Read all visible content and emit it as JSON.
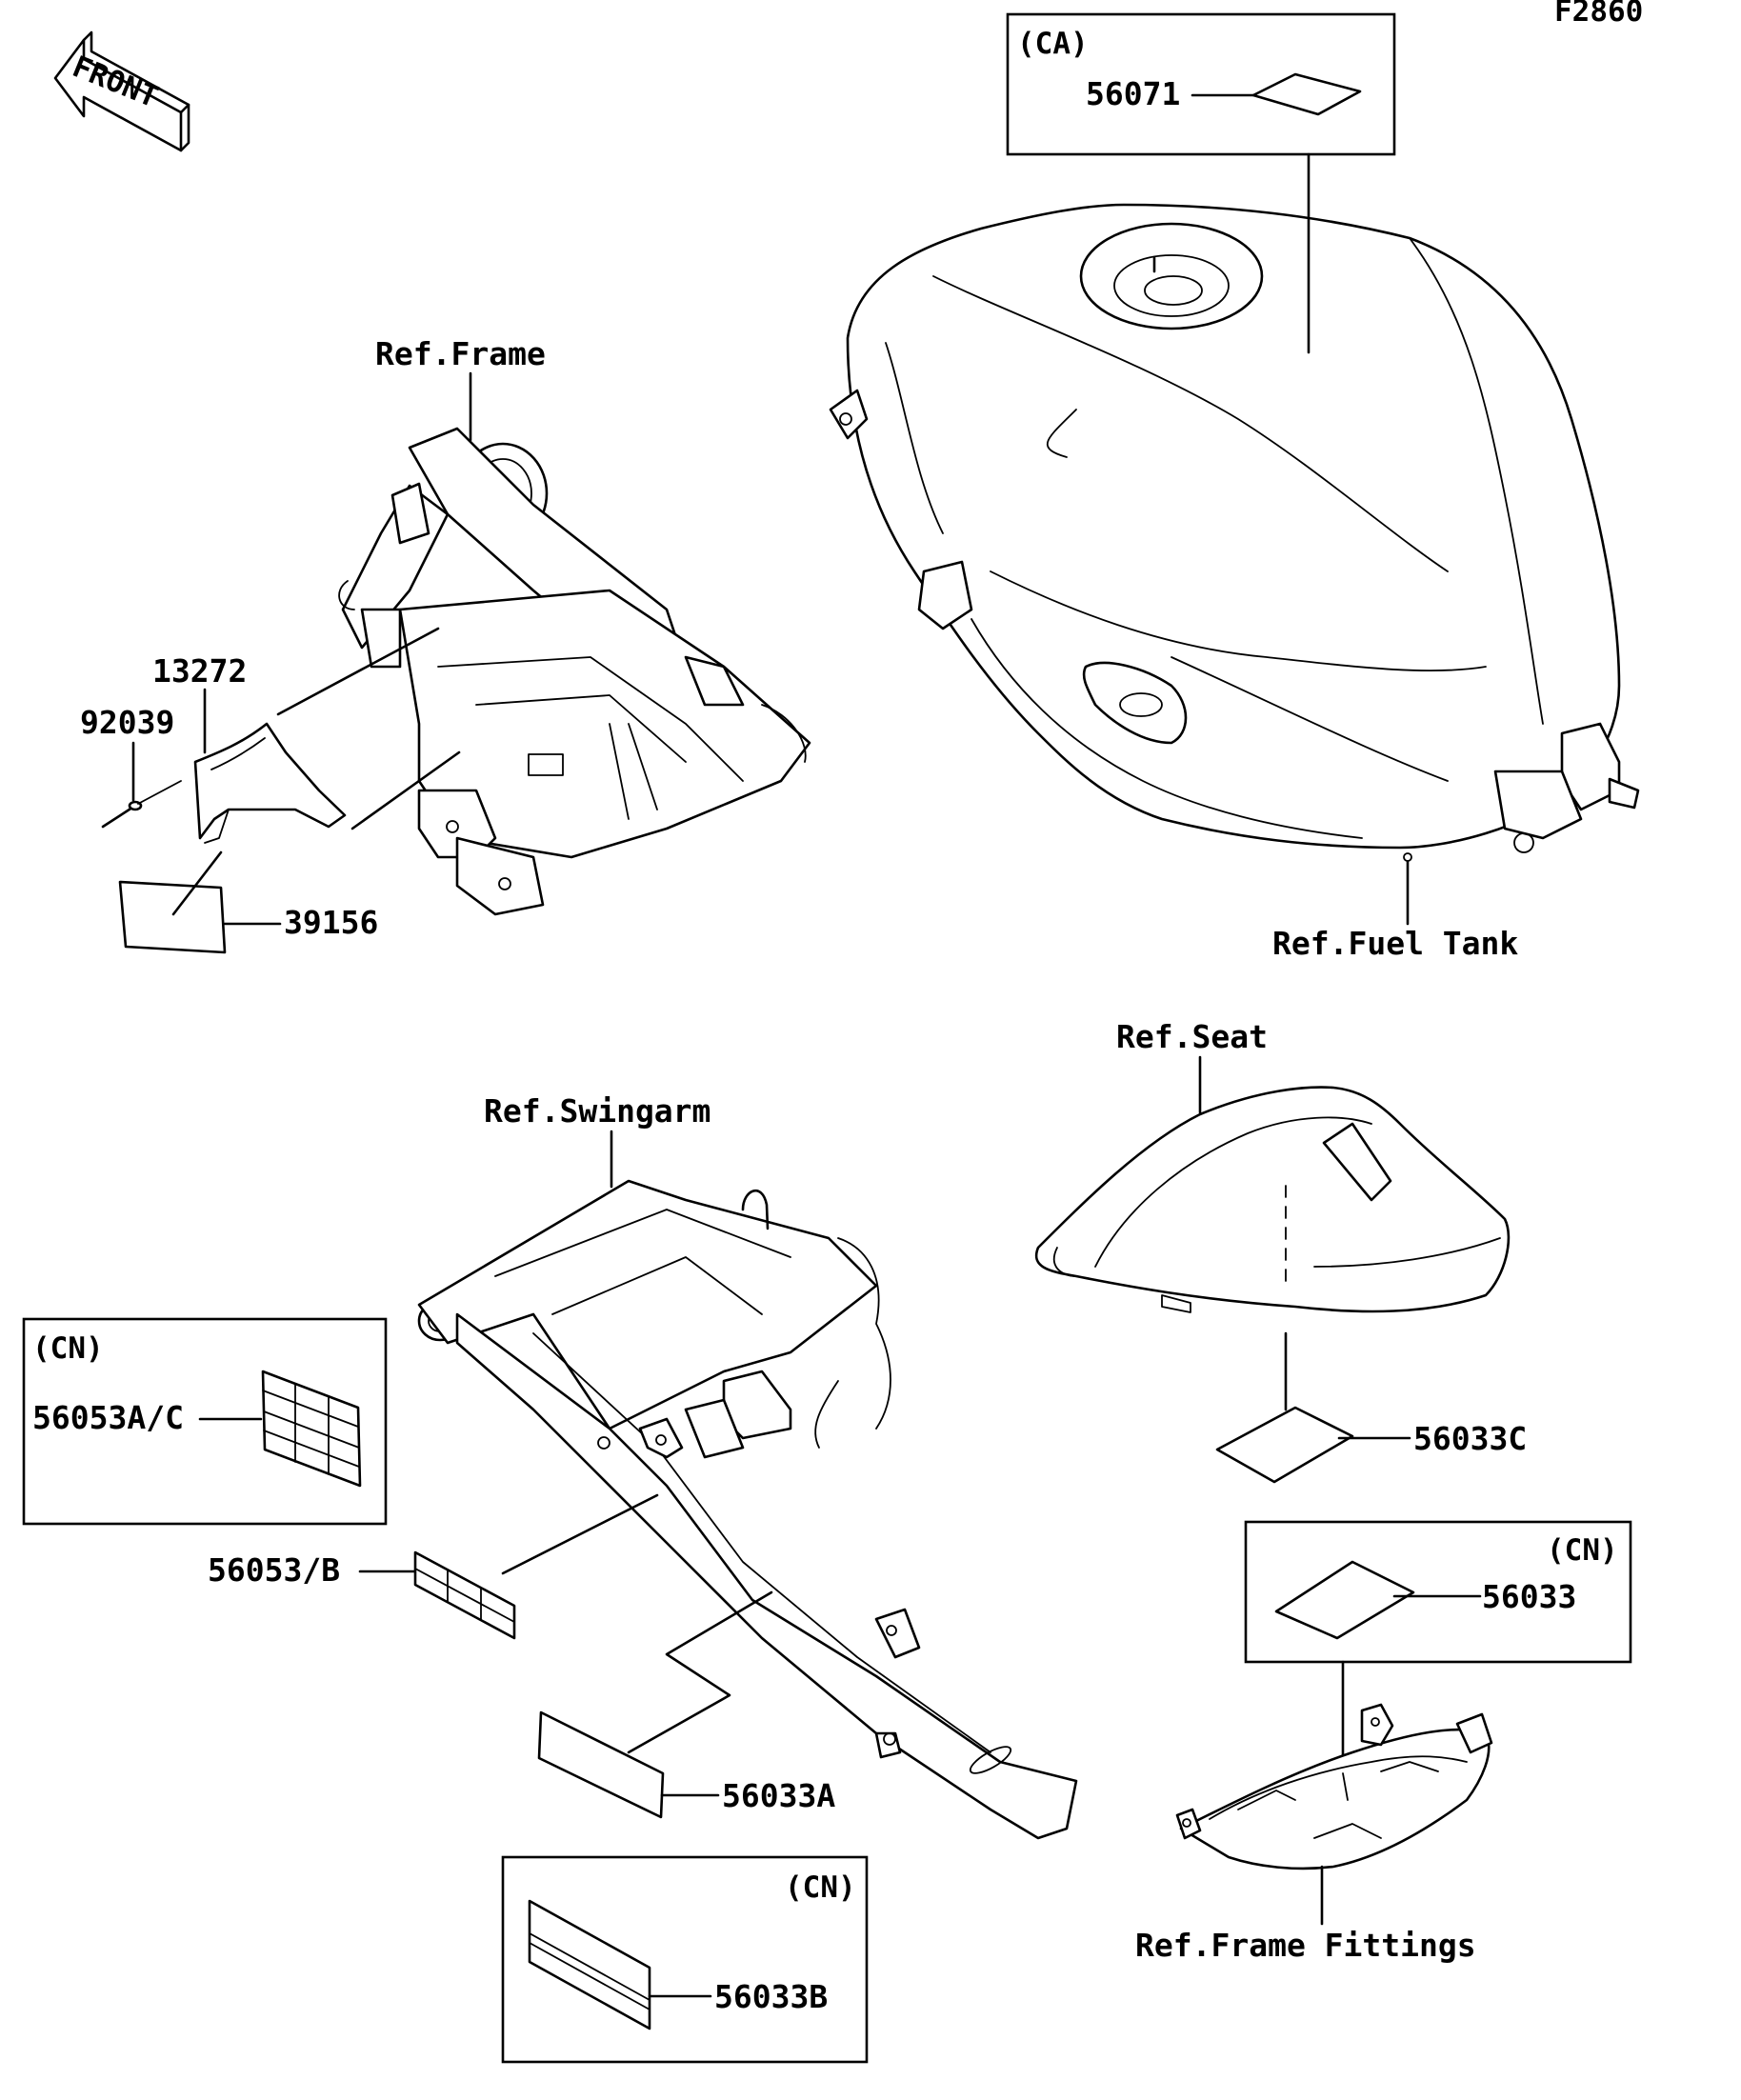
{
  "figure_code": "F2860",
  "front_arrow": {
    "text": "FRONT",
    "icon": "front-arrow-icon"
  },
  "refs": {
    "frame": "Ref.Frame",
    "fuel_tank": "Ref.Fuel Tank",
    "seat": "Ref.Seat",
    "swingarm": "Ref.Swingarm",
    "frame_fittings": "Ref.Frame Fittings"
  },
  "region_tags": {
    "ca": "(CA)",
    "cn_swingarm": "(CN)",
    "cn_bottom": "(CN)",
    "cn_fittings": "(CN)"
  },
  "parts": {
    "p56071": "56071",
    "p13272": "13272",
    "p92039": "92039",
    "p39156": "39156",
    "p56053ac": "56053A/C",
    "p56053b": "56053/B",
    "p56033a": "56033A",
    "p56033b": "56033B",
    "p56033c": "56033C",
    "p56033": "56033"
  }
}
